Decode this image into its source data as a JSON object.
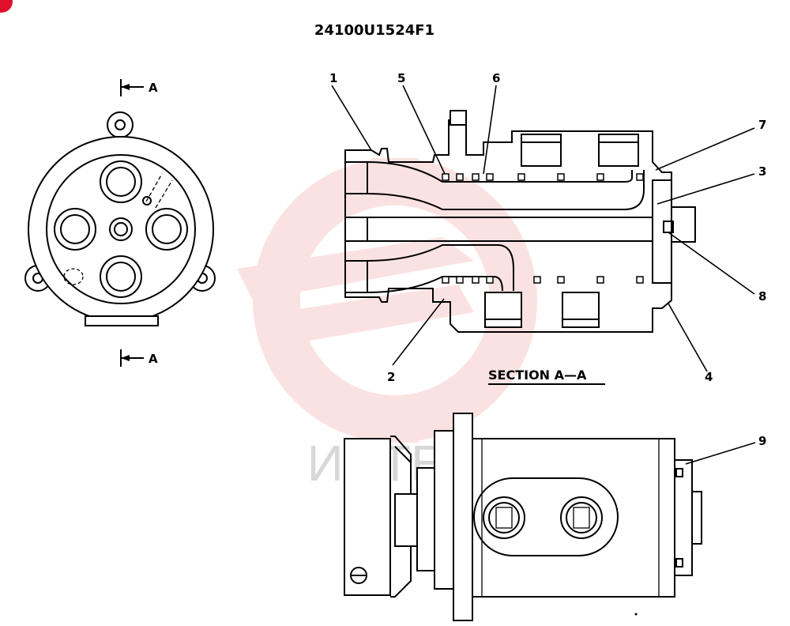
{
  "drawing_number": "24100U1524F1",
  "section_marker": "A",
  "section_title": "SECTION A—A",
  "watermark_text": "ИНТЕХ",
  "callouts": {
    "c1": "1",
    "c2": "2",
    "c3": "3",
    "c4": "4",
    "c5": "5",
    "c6": "6",
    "c7": "7",
    "c8": "8",
    "c9": "9"
  },
  "colors": {
    "ink": "#000000",
    "watermark": "#f08080",
    "badge": "#e0102a"
  }
}
